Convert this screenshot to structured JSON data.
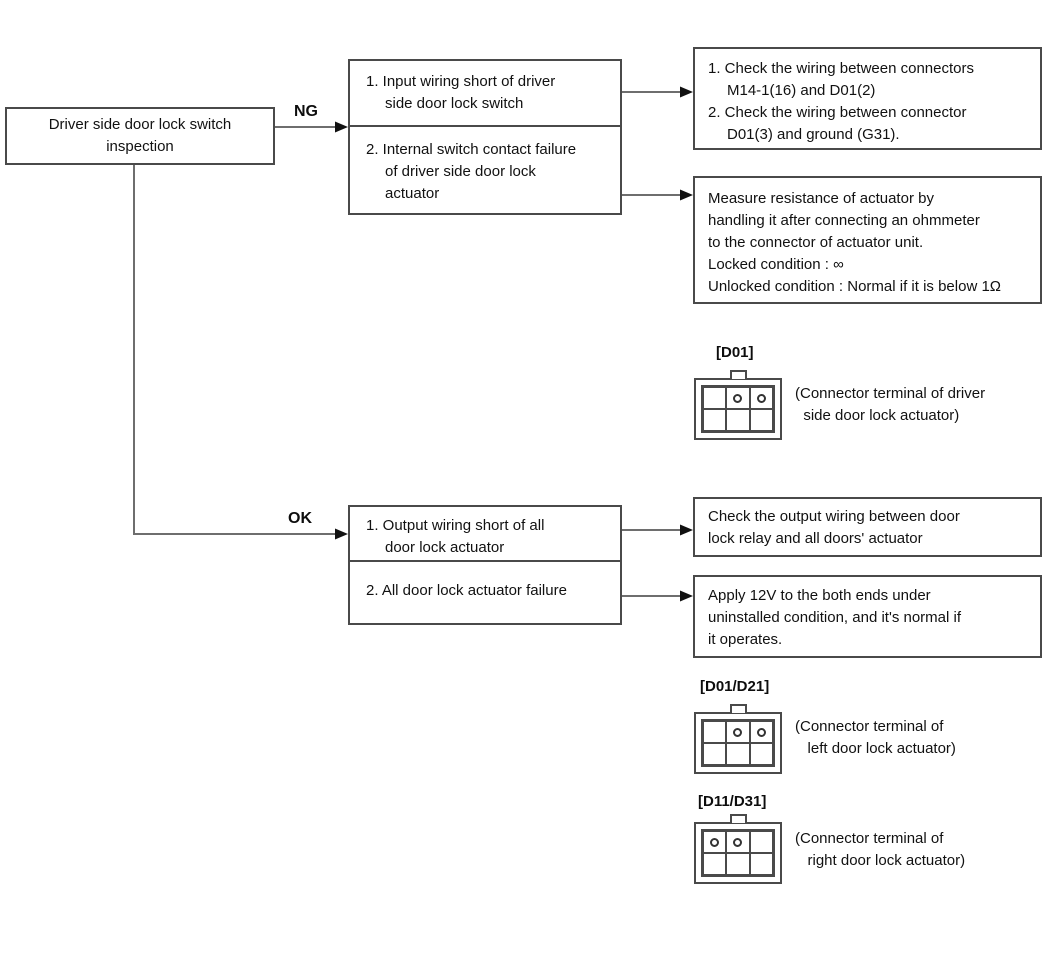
{
  "page": {
    "background": "#ffffff",
    "box_border_color": "#4a4a4a",
    "line_color": "#6e6e6e",
    "arrowhead_color": "#111111",
    "text_color": "#111111"
  },
  "flowchart": {
    "start_box": {
      "text": "Driver side door lock switch\ninspection"
    },
    "branch_labels": {
      "ng": "NG",
      "ok": "OK"
    },
    "ng_branch": {
      "causes": {
        "items": [
          "1. Input wiring short of driver\nside door lock switch",
          "2. Internal switch contact failure\nof driver side door lock\nactuator"
        ]
      },
      "actions": {
        "wiring_check": {
          "items": [
            "1. Check the wiring between connectors\nM14-1(16) and D01(2)",
            "2. Check the wiring between connector\nD01(3) and ground (G31)."
          ]
        },
        "resistance_check": {
          "text": "Measure resistance of actuator by\nhandling it after connecting an ohmmeter\nto the connector of actuator unit.\nLocked condition : ∞\nUnlocked condition : Normal if it is below 1Ω"
        }
      }
    },
    "ok_branch": {
      "causes": {
        "items": [
          "1. Output wiring short of all\ndoor lock actuator",
          "2. All door lock actuator failure"
        ]
      },
      "actions": {
        "output_wiring_check": {
          "text": "Check the output wiring between door\nlock relay and all doors' actuator"
        },
        "apply_12v_check": {
          "text": "Apply 12V to the both ends under\nuninstalled condition, and it's normal if\nit operates."
        }
      }
    }
  },
  "connectors": [
    {
      "label": "[D01]",
      "caption": "(Connector terminal of driver\n  side door lock actuator)",
      "pins": [
        [
          0,
          1,
          1
        ],
        [
          0,
          0,
          0
        ]
      ]
    },
    {
      "label": "[D01/D21]",
      "caption": "(Connector terminal of\n   left door lock actuator)",
      "pins": [
        [
          0,
          1,
          1
        ],
        [
          0,
          0,
          0
        ]
      ]
    },
    {
      "label": "[D11/D31]",
      "caption": "(Connector terminal of\n   right door lock actuator)",
      "pins": [
        [
          1,
          1,
          0
        ],
        [
          0,
          0,
          0
        ]
      ]
    }
  ]
}
